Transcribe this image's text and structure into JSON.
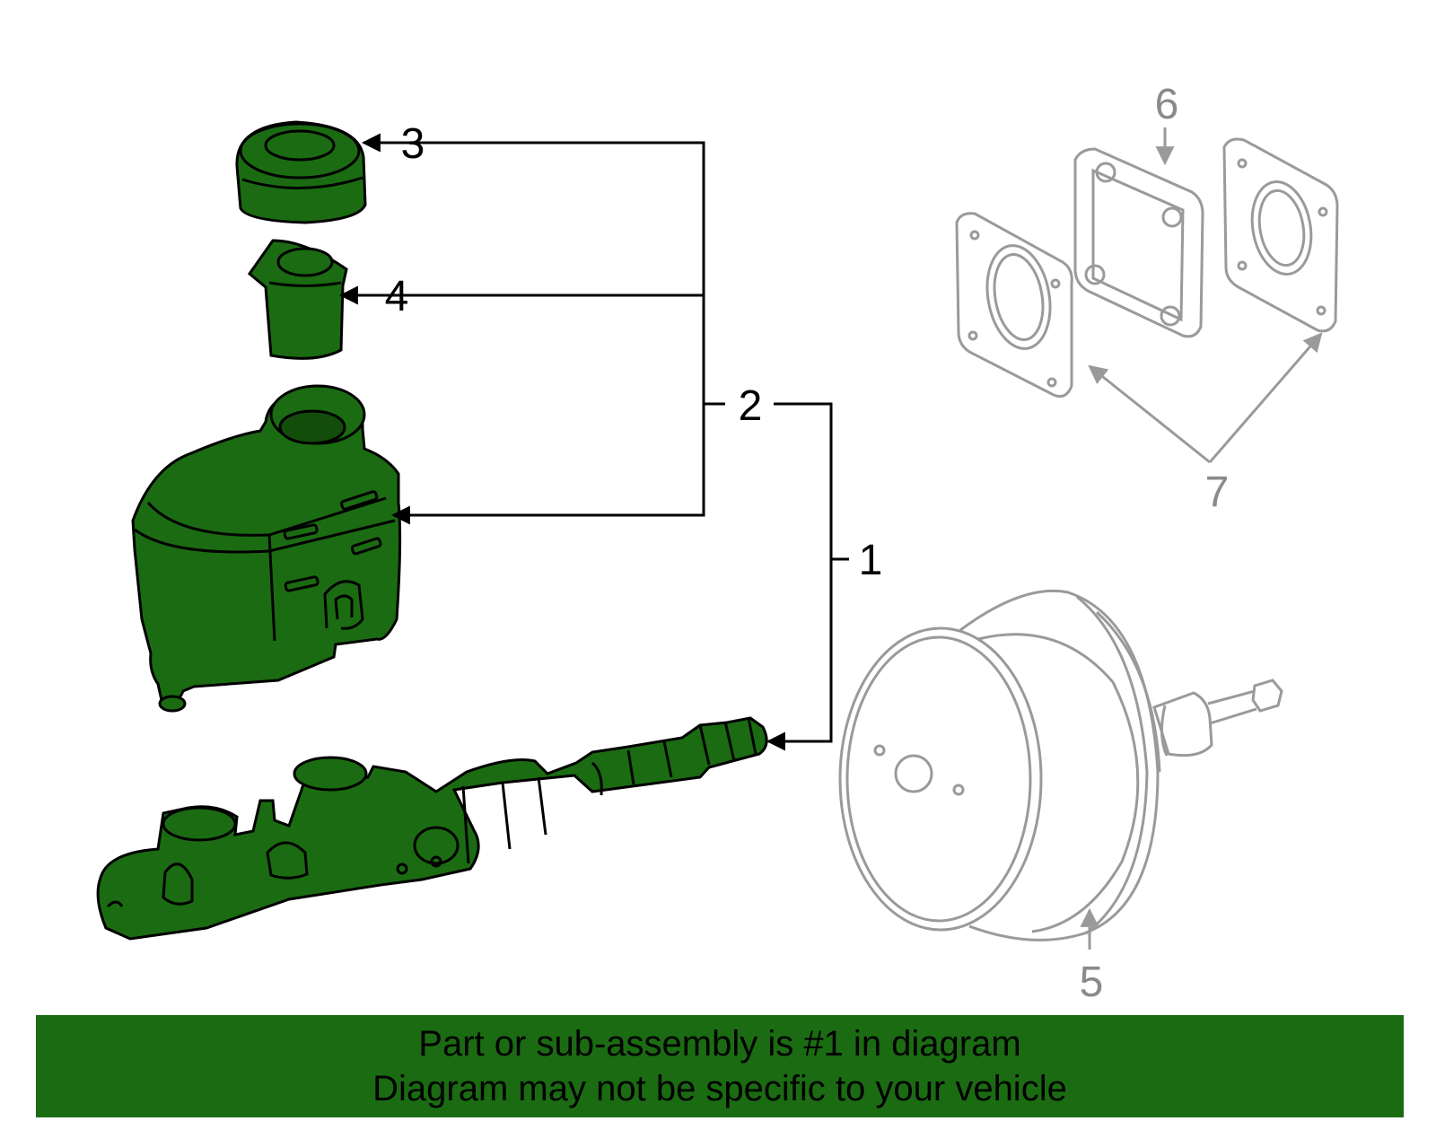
{
  "callouts": {
    "c1": "1",
    "c2": "2",
    "c3": "3",
    "c4": "4",
    "c5": "5",
    "c6": "6",
    "c7": "7"
  },
  "banner": {
    "line1": "Part or sub-assembly is #1 in diagram",
    "line2": "Diagram may not be specific to your vehicle"
  },
  "colors": {
    "highlight_part": "#1b6b12",
    "outline": "#000000",
    "muted_part": "#9a9a9a",
    "banner": "#1b6b12"
  }
}
